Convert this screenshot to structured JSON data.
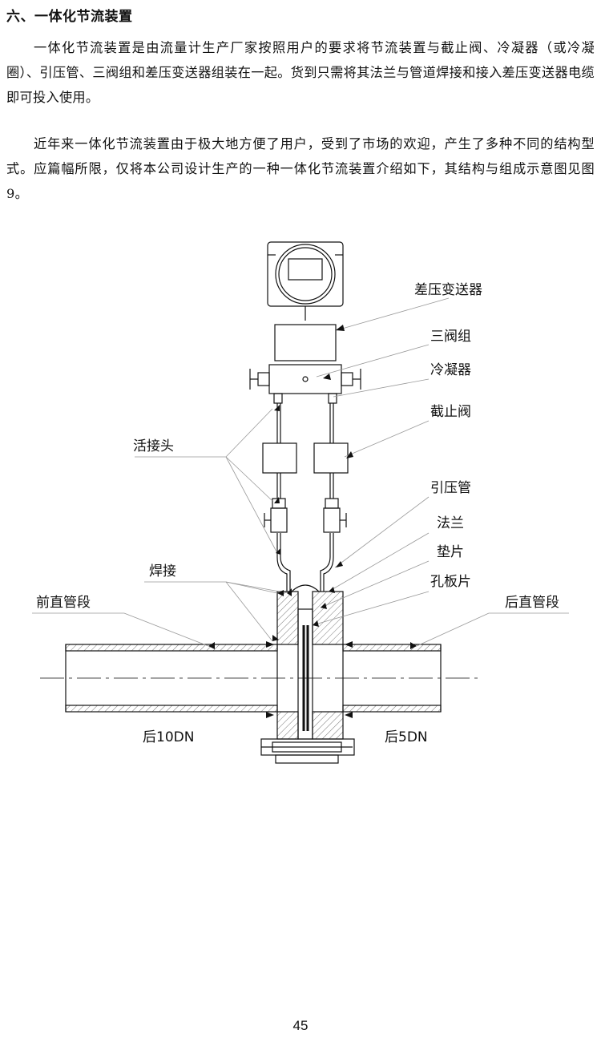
{
  "heading": "六、一体化节流装置",
  "paragraphs": [
    "一体化节流装置是由流量计生产厂家按照用户的要求将节流装置与截止阀、冷凝器（或冷凝圈）、引压管、三阀组和差压变送器组装在一起。货到只需将其法兰与管道焊接和接入差压变送器电缆即可投入使用。",
    "近年来一体化节流装置由于极大地方便了用户，受到了市场的欢迎，产生了多种不同的结构型式。应篇幅所限，仅将本公司设计生产的一种一体化节流装置介绍如下，其结构与组成示意图见图 9。"
  ],
  "figure": {
    "labels": {
      "transmitter": "差压变送器",
      "three_valve": "三阀组",
      "condenser": "冷凝器",
      "stop_valve": "截止阀",
      "union": "活接头",
      "impulse_tube": "引压管",
      "flange": "法兰",
      "gasket": "垫片",
      "orifice_plate": "孔板片",
      "weld": "焊接",
      "upstream_pipe": "前直管段",
      "downstream_pipe": "后直管段",
      "upstream_len": "后10DN",
      "downstream_len": "后5DN"
    }
  },
  "page_number": "45"
}
